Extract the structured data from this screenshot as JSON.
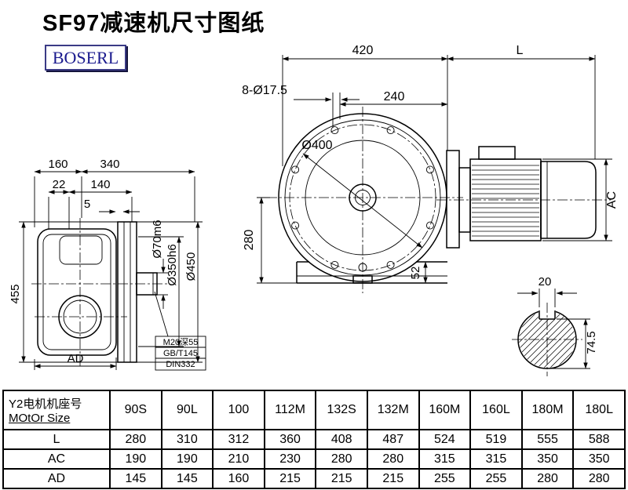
{
  "title": "SF97减速机尺寸图纸",
  "brand": "BOSERL",
  "drawing": {
    "d420": "420",
    "dL": "L",
    "holes": "8-Ø17.5",
    "d240": "240",
    "d400": "Ø400",
    "d280": "280",
    "d52": "52",
    "dAC": "AC",
    "d160": "160",
    "d340": "340",
    "d22": "22",
    "d140": "140",
    "d5": "5",
    "d455": "455",
    "dAD": "AD",
    "d70": "Ø70m6",
    "d350": "Ø350h6",
    "d450": "Ø450",
    "note1": "M20深55",
    "note2": "GB/T145",
    "note3": "DIN332",
    "d20": "20",
    "d745": "74.5"
  },
  "table": {
    "header_cn": "Y2电机机座号",
    "header_en": "MOtOr Size",
    "columns": [
      "90S",
      "90L",
      "100",
      "112M",
      "132S",
      "132M",
      "160M",
      "160L",
      "180M",
      "180L"
    ],
    "rows": [
      {
        "label": "L",
        "values": [
          "280",
          "310",
          "312",
          "360",
          "408",
          "487",
          "524",
          "519",
          "555",
          "588"
        ]
      },
      {
        "label": "AC",
        "values": [
          "190",
          "190",
          "210",
          "230",
          "280",
          "280",
          "315",
          "315",
          "350",
          "350"
        ]
      },
      {
        "label": "AD",
        "values": [
          "145",
          "145",
          "160",
          "215",
          "215",
          "215",
          "255",
          "255",
          "280",
          "280"
        ]
      }
    ]
  }
}
